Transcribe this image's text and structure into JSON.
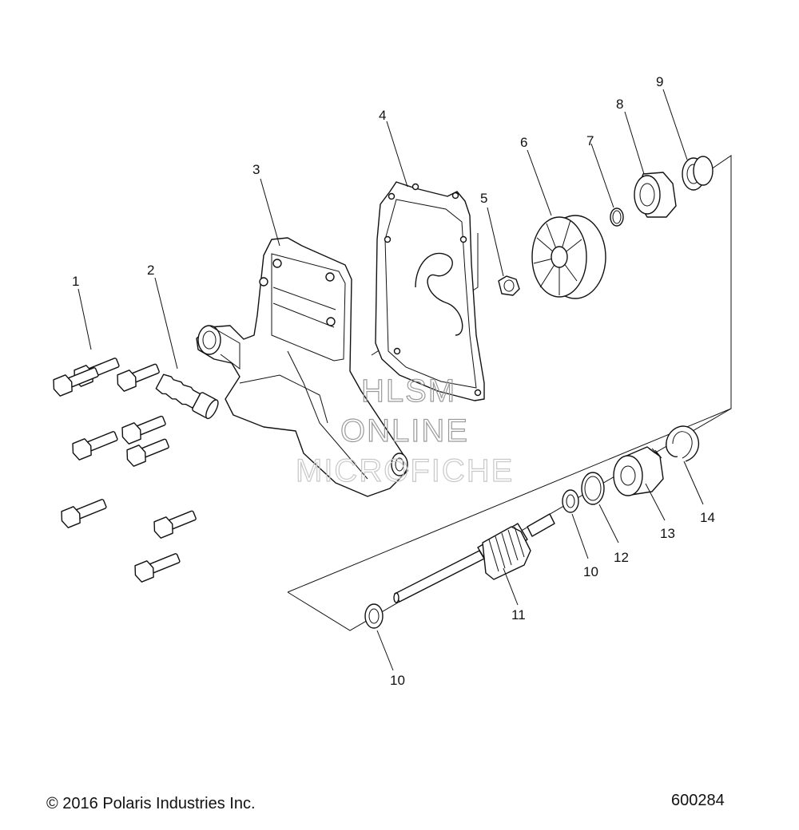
{
  "callouts": [
    {
      "id": "1",
      "label": "1"
    },
    {
      "id": "2",
      "label": "2"
    },
    {
      "id": "3",
      "label": "3"
    },
    {
      "id": "4",
      "label": "4"
    },
    {
      "id": "5",
      "label": "5"
    },
    {
      "id": "6",
      "label": "6"
    },
    {
      "id": "7",
      "label": "7"
    },
    {
      "id": "8",
      "label": "8"
    },
    {
      "id": "9",
      "label": "9"
    },
    {
      "id": "10a",
      "label": "10"
    },
    {
      "id": "10b",
      "label": "10"
    },
    {
      "id": "11",
      "label": "11"
    },
    {
      "id": "12",
      "label": "12"
    },
    {
      "id": "13",
      "label": "13"
    },
    {
      "id": "14",
      "label": "14"
    }
  ],
  "watermark": {
    "line1": "HLSM",
    "line2": "ONLINE",
    "line3": "MICROFICHE"
  },
  "footer": {
    "copyright": "© 2016 Polaris Industries Inc.",
    "diagram_number": "600284"
  }
}
